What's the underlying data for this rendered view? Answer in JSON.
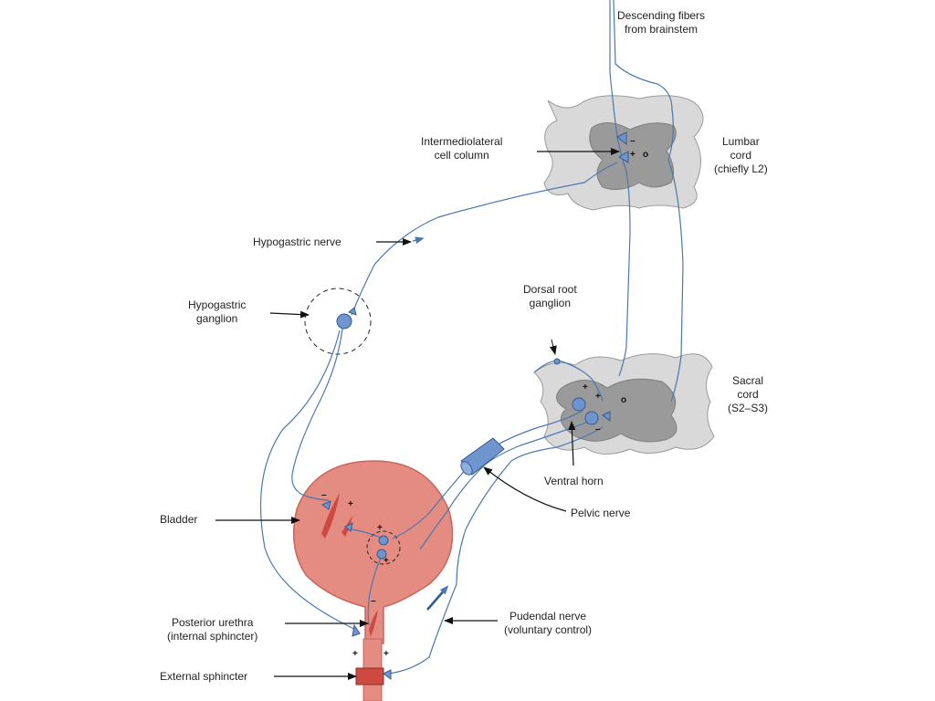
{
  "labels": {
    "descending_fibers": [
      "Descending fibers",
      "from brainstem"
    ],
    "intermediolateral": [
      "Intermediolateral",
      "cell column"
    ],
    "lumbar_cord": [
      "Lumbar",
      "cord",
      "(chiefly L2)"
    ],
    "hypogastric_nerve": "Hypogastric nerve",
    "hypogastric_ganglion": [
      "Hypogastric",
      "ganglion"
    ],
    "dorsal_root_ganglion": [
      "Dorsal root",
      "ganglion"
    ],
    "sacral_cord": [
      "Sacral",
      "cord",
      "(S2–S3)"
    ],
    "ventral_horn": "Ventral horn",
    "pelvic_nerve": "Pelvic nerve",
    "bladder": "Bladder",
    "posterior_urethra": [
      "Posterior urethra",
      "(internal sphincter)"
    ],
    "pudendal_nerve": [
      "Pudendal nerve",
      "(voluntary control)"
    ],
    "external_sphincter": "External sphincter"
  },
  "signs": {
    "plus": "+",
    "minus": "–",
    "zero": "o"
  },
  "colors": {
    "nerve": "#4a78b0",
    "neuron_fill": "#6f95cf",
    "grey_matter": "#9a9a9a",
    "white_matter": "#d9d9d9",
    "bladder": "#e48c82",
    "bladder_dark": "#c9655b",
    "muscle": "#cc4a3f"
  }
}
